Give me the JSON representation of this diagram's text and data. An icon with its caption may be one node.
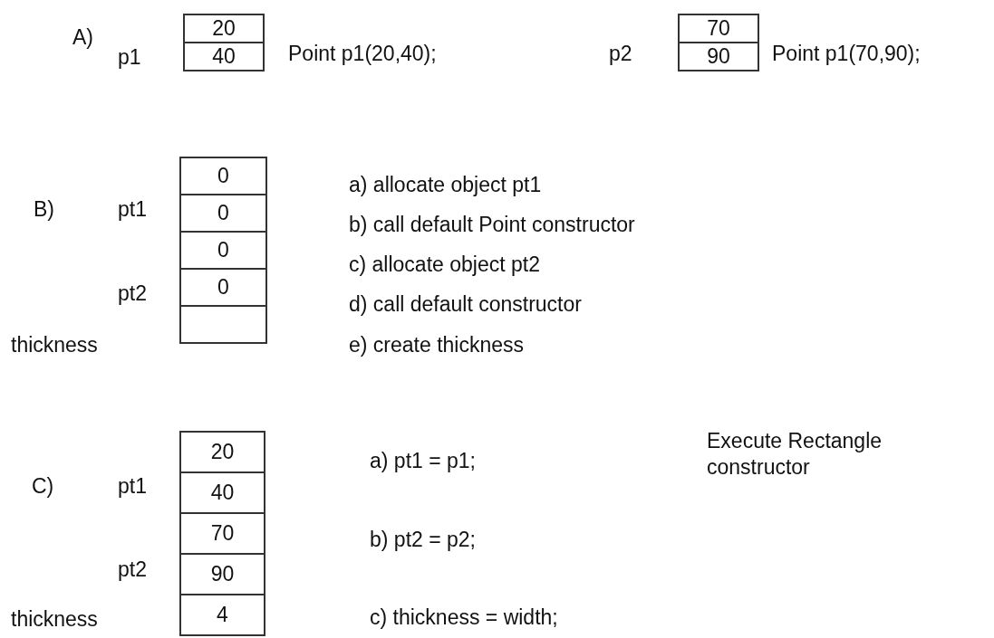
{
  "diagram": {
    "nodes": [
      {
        "text": [
          "20"
        ]
      },
      {
        "text": [
          "40"
        ]
      },
      {
        "text": [
          "70"
        ]
      },
      {
        "text": [
          "90"
        ]
      },
      {
        "text": [
          "0"
        ]
      },
      {
        "text": [
          "0"
        ]
      },
      {
        "text": [
          "0"
        ]
      },
      {
        "text": [
          "0"
        ]
      },
      {
        "text": [],
        "shape": "box"
      },
      {
        "text": [
          "20"
        ]
      },
      {
        "text": [
          "40"
        ]
      },
      {
        "text": [
          "70"
        ]
      },
      {
        "text": [
          "90"
        ]
      },
      {
        "text": [
          "4"
        ]
      }
    ],
    "labels": [
      "A)",
      "p1",
      "Point p1(20,40);",
      "p2",
      "Point p1(70,90);",
      "B)",
      "pt1",
      "pt2",
      "thickness",
      "a) allocate object pt1",
      "b) call default Point constructor",
      "c) allocate object pt2",
      "d) call default constructor",
      "e) create thickness",
      "C)",
      "pt1",
      "pt2",
      "thickness",
      "a) pt1 = p1;",
      "Execute Rectangle constructor",
      "b) pt2 = p2;",
      "c) thickness = width;"
    ]
  }
}
